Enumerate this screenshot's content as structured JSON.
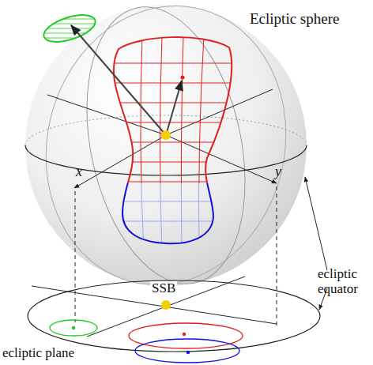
{
  "diagram": {
    "labels": [
      "Ecliptic sphere",
      "x",
      "y",
      "ecliptic equator",
      "SSB",
      "ecliptic plane"
    ]
  }
}
